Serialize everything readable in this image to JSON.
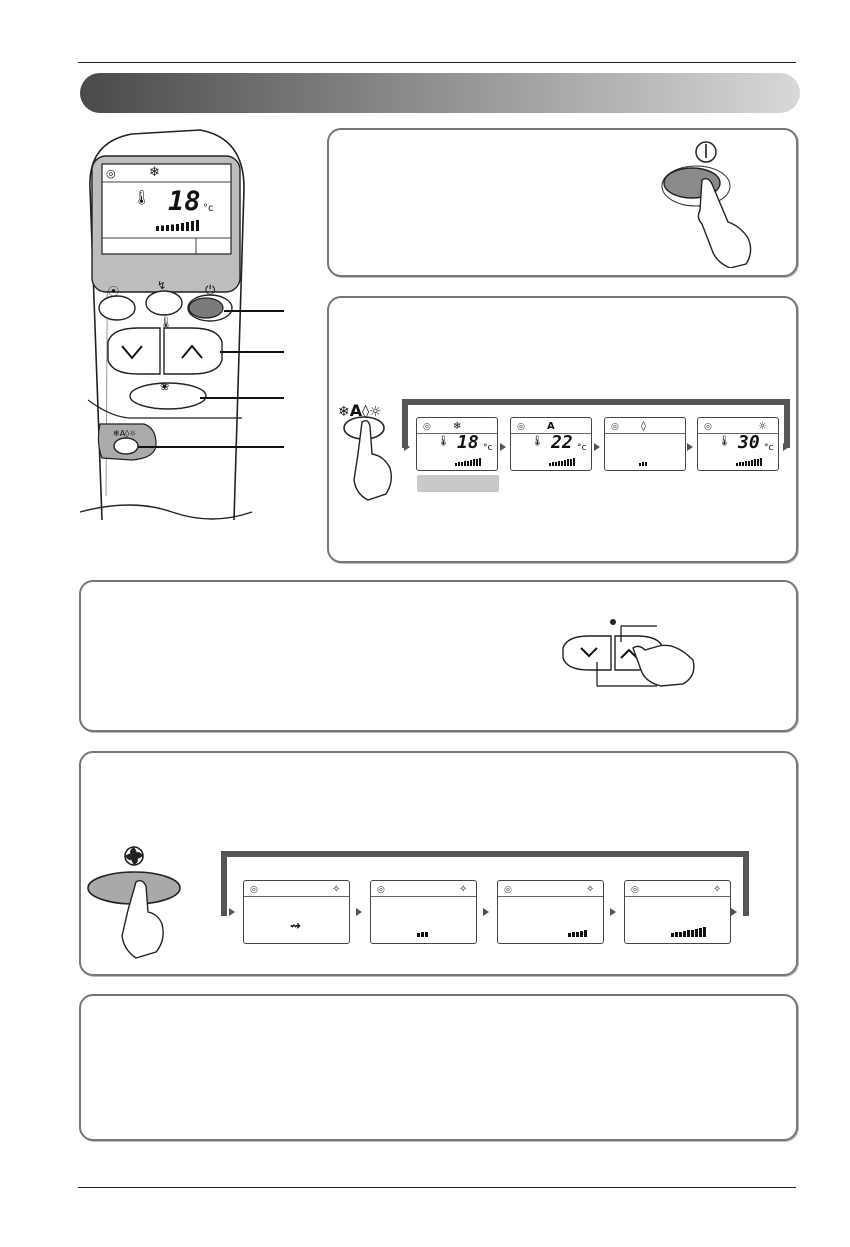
{
  "remote": {
    "lcd_temperature": "18",
    "lcd_unit": "°c"
  },
  "mode_sequence": [
    {
      "icon": "snowflake",
      "temp": "18",
      "unit": "°c",
      "show_temp": true
    },
    {
      "icon": "auto-a",
      "temp": "22",
      "unit": "°c",
      "show_temp": true
    },
    {
      "icon": "droplet",
      "temp": "",
      "unit": "",
      "show_temp": false
    },
    {
      "icon": "sun",
      "temp": "30",
      "unit": "°c",
      "show_temp": true
    }
  ],
  "fan_sequence": [
    {
      "level": "auto"
    },
    {
      "level": "low",
      "bars": 3
    },
    {
      "level": "medium",
      "bars": 5
    },
    {
      "level": "high",
      "bars": 9
    }
  ],
  "icons": {
    "power": "power-icon",
    "snowflake": "snowflake-icon",
    "fan": "fan-icon",
    "thermometer": "thermometer-icon",
    "antenna": "antenna-icon"
  },
  "colors": {
    "panel_border": "#777777",
    "arrow": "#555555",
    "badge": "#c9c9c9"
  }
}
